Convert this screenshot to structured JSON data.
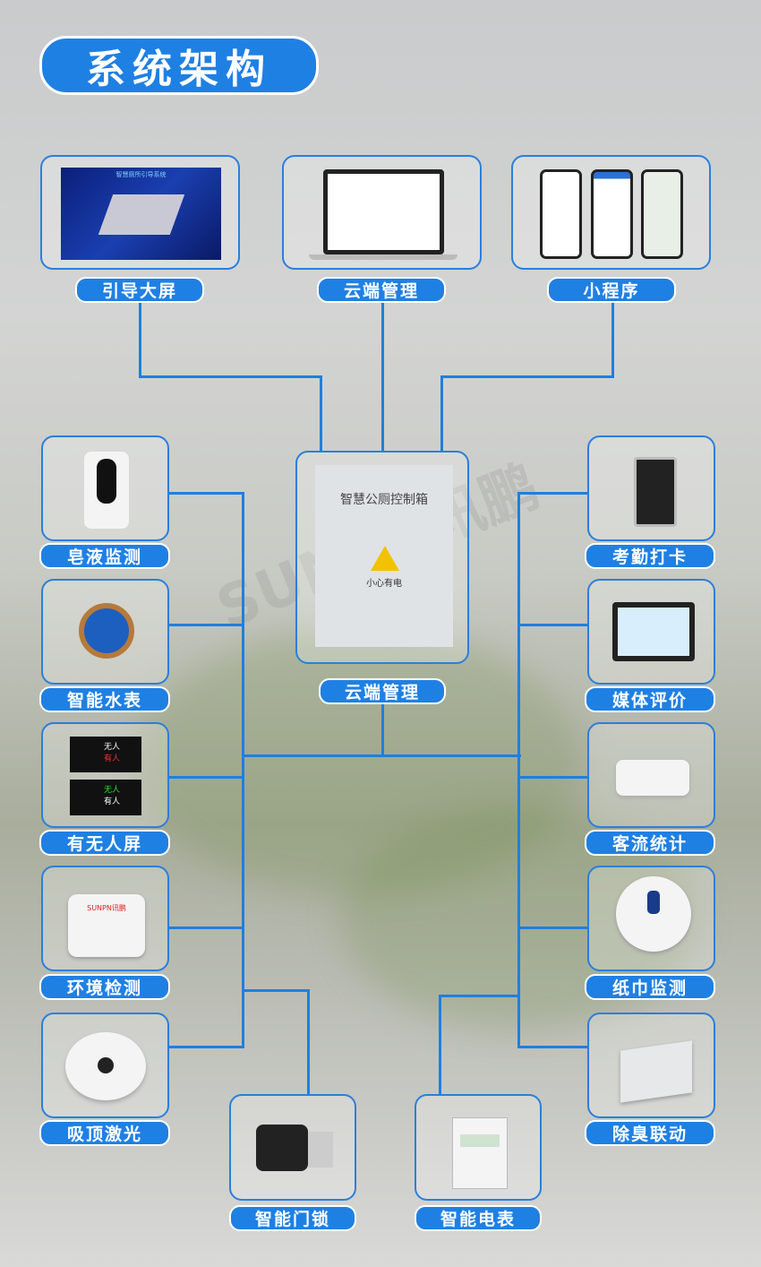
{
  "title": "系统架构",
  "top": [
    {
      "label": "引导大屏",
      "screen_title": "智慧厕所引导系统"
    },
    {
      "label": "云端管理"
    },
    {
      "label": "小程序"
    }
  ],
  "center": {
    "label": "云端管理",
    "box_title": "智慧公厕控制箱",
    "warning": "小心有电",
    "watermark": "SUNPN讯鹏"
  },
  "left": [
    {
      "label": "皂液监测"
    },
    {
      "label": "智能水表"
    },
    {
      "label": "有无人屏",
      "sign_vacant": "无人",
      "sign_occupied": "有人"
    },
    {
      "label": "环境检测",
      "brand": "SUNPN讯鹏"
    },
    {
      "label": "吸顶激光"
    }
  ],
  "right": [
    {
      "label": "考勤打卡"
    },
    {
      "label": "媒体评价"
    },
    {
      "label": "客流统计"
    },
    {
      "label": "纸巾监测"
    },
    {
      "label": "除臭联动"
    }
  ],
  "bottom": [
    {
      "label": "智能门锁"
    },
    {
      "label": "智能电表"
    }
  ],
  "colors": {
    "accent": "#1f80e3"
  }
}
